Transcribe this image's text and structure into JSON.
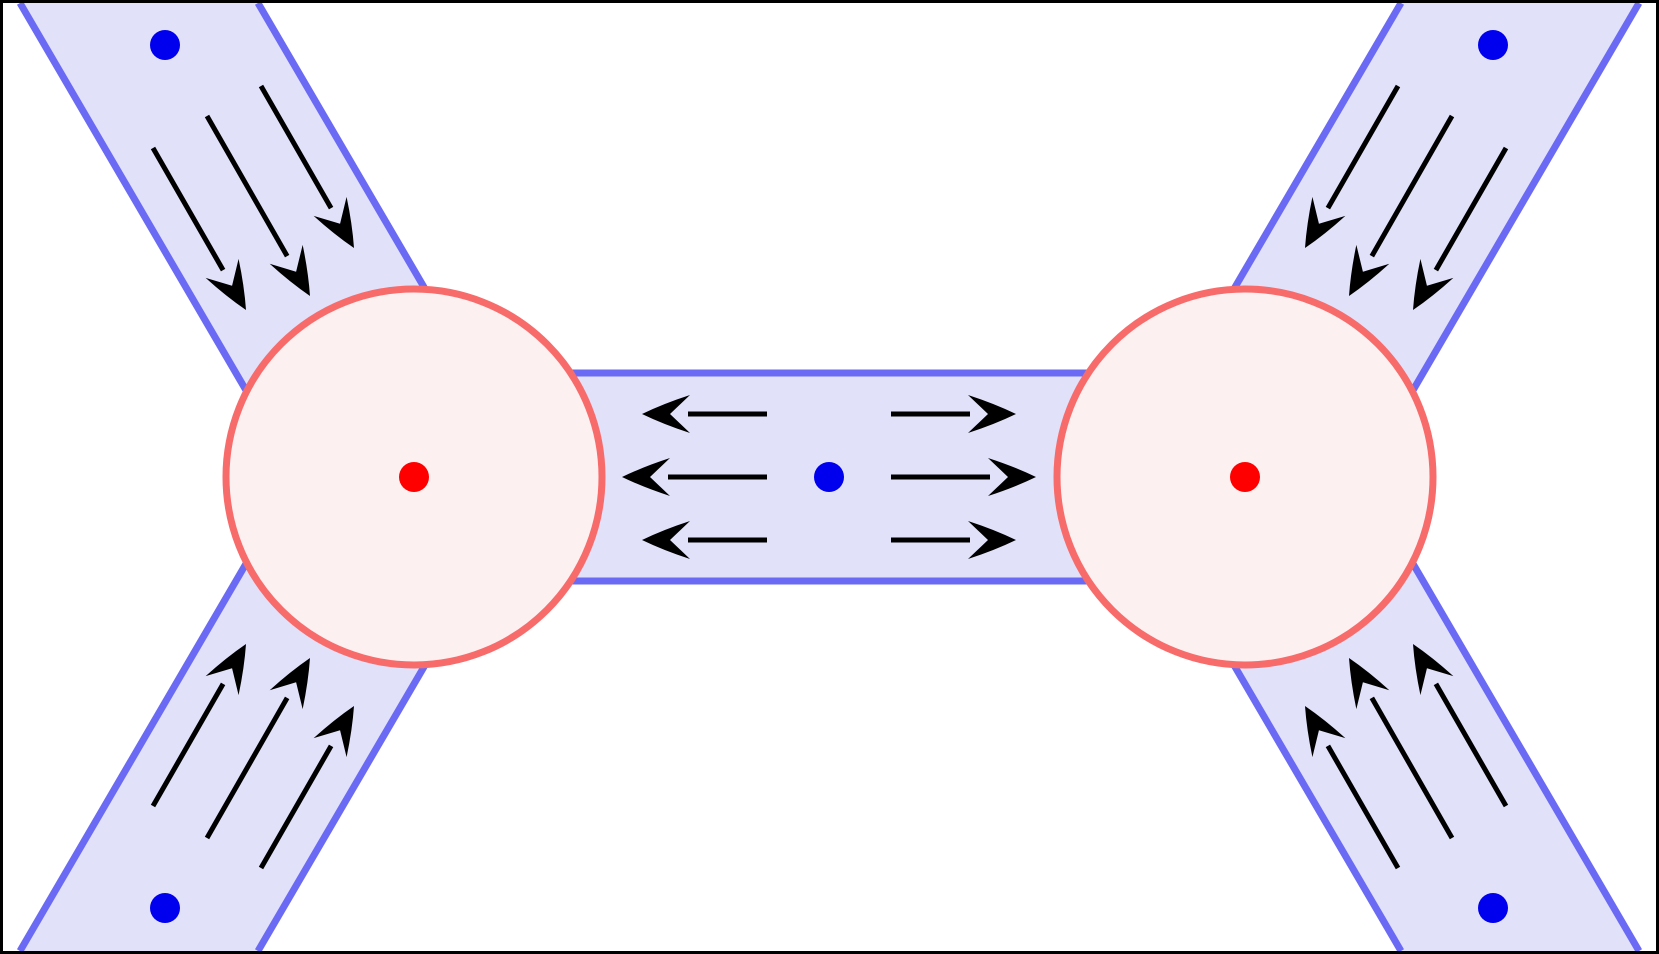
{
  "colors": {
    "background": "#ffffff",
    "frame": "#000000",
    "band_fill": "#e1e1fa",
    "band_stroke": "#6a6af5",
    "node_fill": "#fcf0f0",
    "node_stroke": "#f86b6b",
    "node_center": "#ff0000",
    "band_dot": "#0000ee",
    "arrow": "#000000"
  },
  "diagram": {
    "bands": [
      {
        "name": "upper-left-band",
        "flow": "toward-left-node"
      },
      {
        "name": "lower-left-band",
        "flow": "toward-left-node"
      },
      {
        "name": "center-band",
        "flow": "away-from-center-dot"
      },
      {
        "name": "upper-right-band",
        "flow": "toward-right-node"
      },
      {
        "name": "lower-right-band",
        "flow": "toward-right-node"
      }
    ],
    "nodes": [
      {
        "name": "left-node"
      },
      {
        "name": "right-node"
      }
    ],
    "band_dot_count": 5,
    "arrows_per_band": 3
  }
}
